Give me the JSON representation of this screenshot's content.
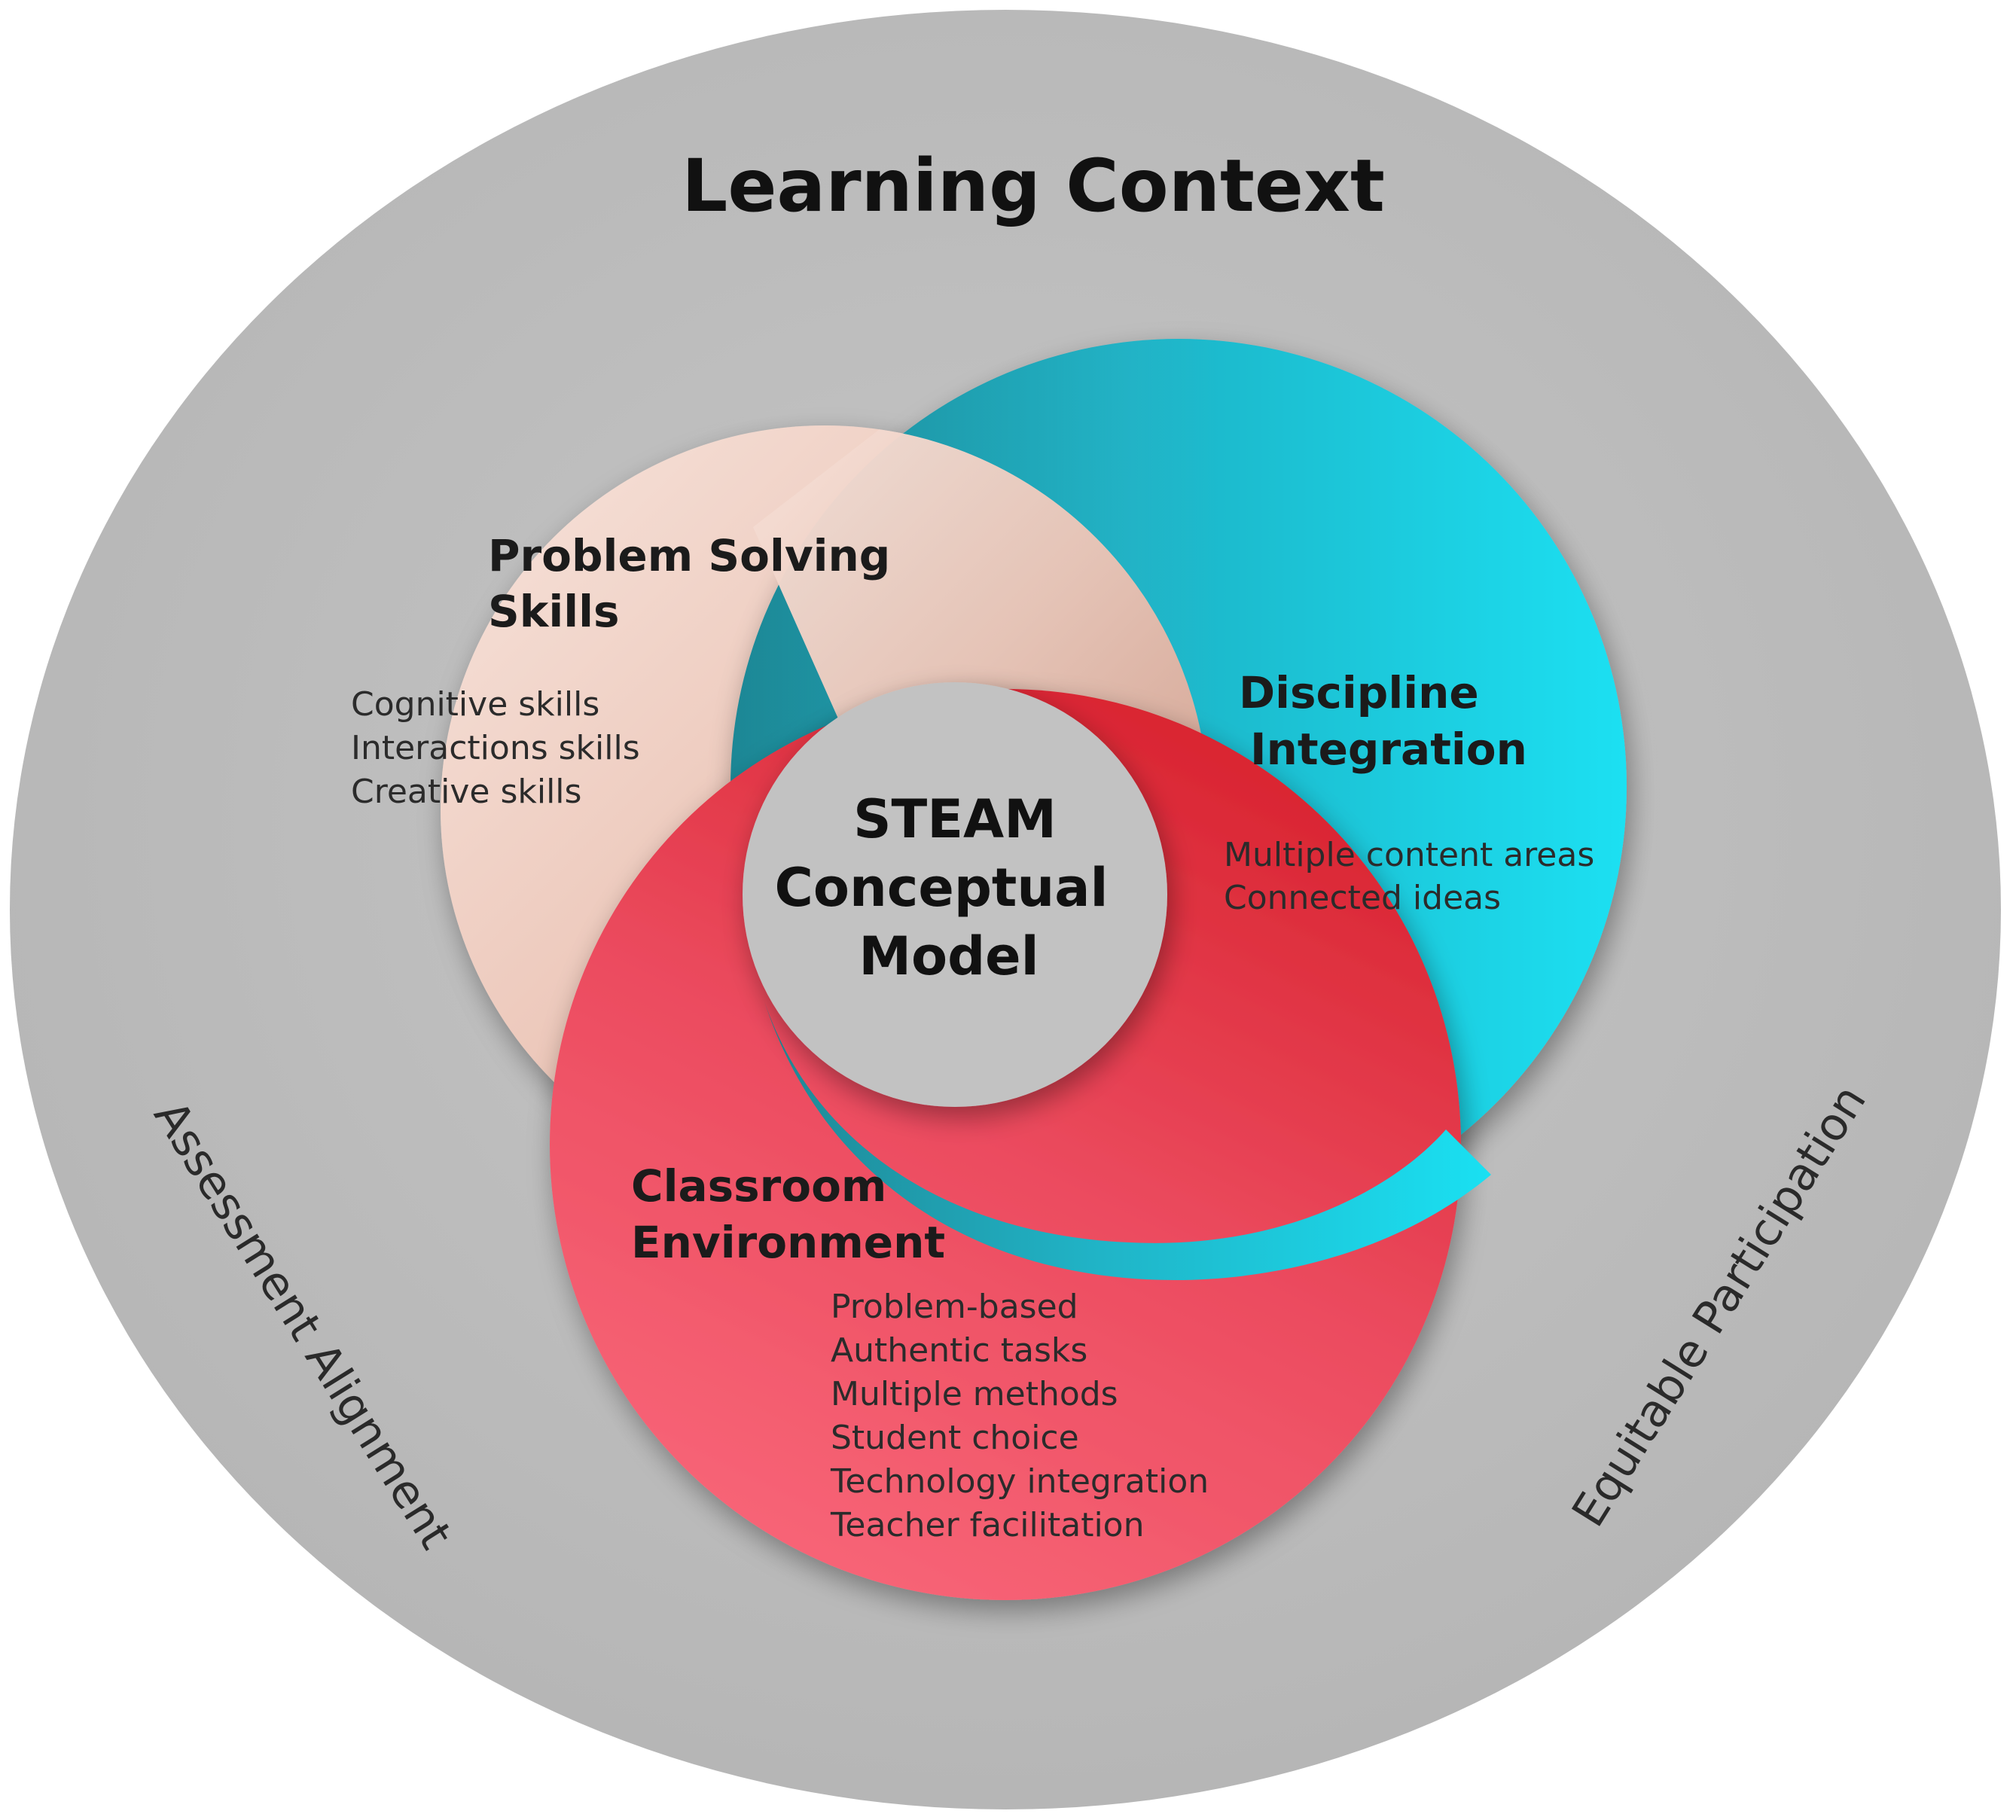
{
  "title": "Learning Context",
  "center": {
    "lines": [
      "STEAM",
      "Conceptual",
      "Model"
    ]
  },
  "problem_solving": {
    "heading": [
      "Problem Solving",
      "Skills"
    ],
    "items": [
      "Cognitive skills",
      "Interactions skills",
      "Creative skills"
    ]
  },
  "discipline_integration": {
    "heading": [
      "Discipline",
      "Integration"
    ],
    "items": [
      "Multiple content areas",
      "Connected ideas"
    ]
  },
  "classroom_environment": {
    "heading": [
      "Classroom",
      "Environment"
    ],
    "items": [
      "Problem-based",
      "Authentic tasks",
      "Multiple methods",
      "Student choice",
      "Technology integration",
      "Teacher facilitation"
    ]
  },
  "rim_labels": {
    "left": "Assessment Alignment",
    "right": "Equitable Participation"
  },
  "colors": {
    "outer": "#bdbdbd",
    "problem_solving": "#ebc2b3",
    "discipline_integration": "#22c4d8",
    "classroom_environment": "#ea4a5c",
    "center": "#c2c2c2"
  }
}
